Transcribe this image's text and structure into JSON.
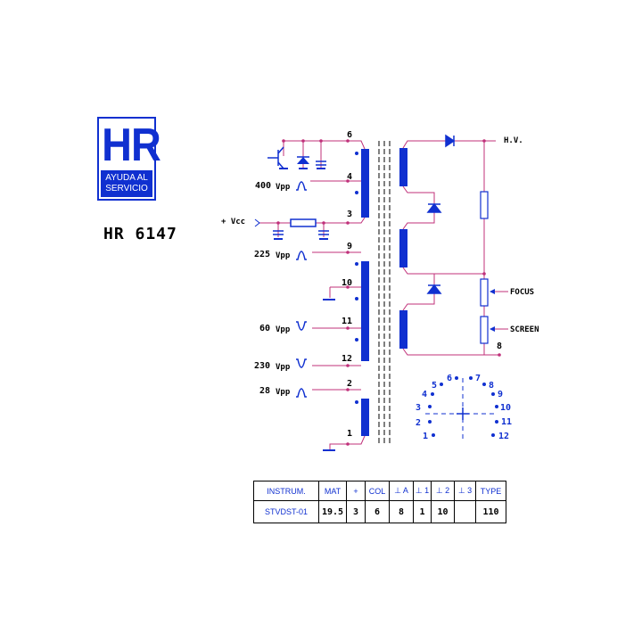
{
  "logo": {
    "letters": "HR",
    "line1": "AYUDA AL",
    "line2": "SERVICIO",
    "color": "#1030d0"
  },
  "model": "HR 6147",
  "colors": {
    "wire": "#c0307a",
    "component": "#1030d0",
    "text": "#000000"
  },
  "primary": {
    "pins": [
      "6",
      "4",
      "3",
      "9",
      "10",
      "11",
      "12",
      "2",
      "1"
    ],
    "vcc_label": "+ Vcc",
    "pulses": [
      {
        "value": "400",
        "unit": "Vpp"
      },
      {
        "value": "225",
        "unit": "Vpp"
      },
      {
        "value": "60",
        "unit": "Vpp"
      },
      {
        "value": "230",
        "unit": "Vpp"
      },
      {
        "value": "28",
        "unit": "Vpp"
      }
    ]
  },
  "secondary": {
    "hv_label": "H.V.",
    "focus_label": "FOCUS",
    "screen_label": "SCREEN",
    "pin_8": "8"
  },
  "pinout": {
    "pins": [
      "1",
      "2",
      "3",
      "4",
      "5",
      "6",
      "7",
      "8",
      "9",
      "10",
      "11",
      "12"
    ]
  },
  "spec_table": {
    "headers": [
      "INSTRUM.",
      "MAT",
      "+",
      "COL",
      "⊥ A",
      "⊥ 1",
      "⊥ 2",
      "⊥ 3",
      "TYPE"
    ],
    "values": [
      "STVDST-01",
      "19.5",
      "3",
      "6",
      "8",
      "1",
      "10",
      "",
      "110"
    ]
  }
}
